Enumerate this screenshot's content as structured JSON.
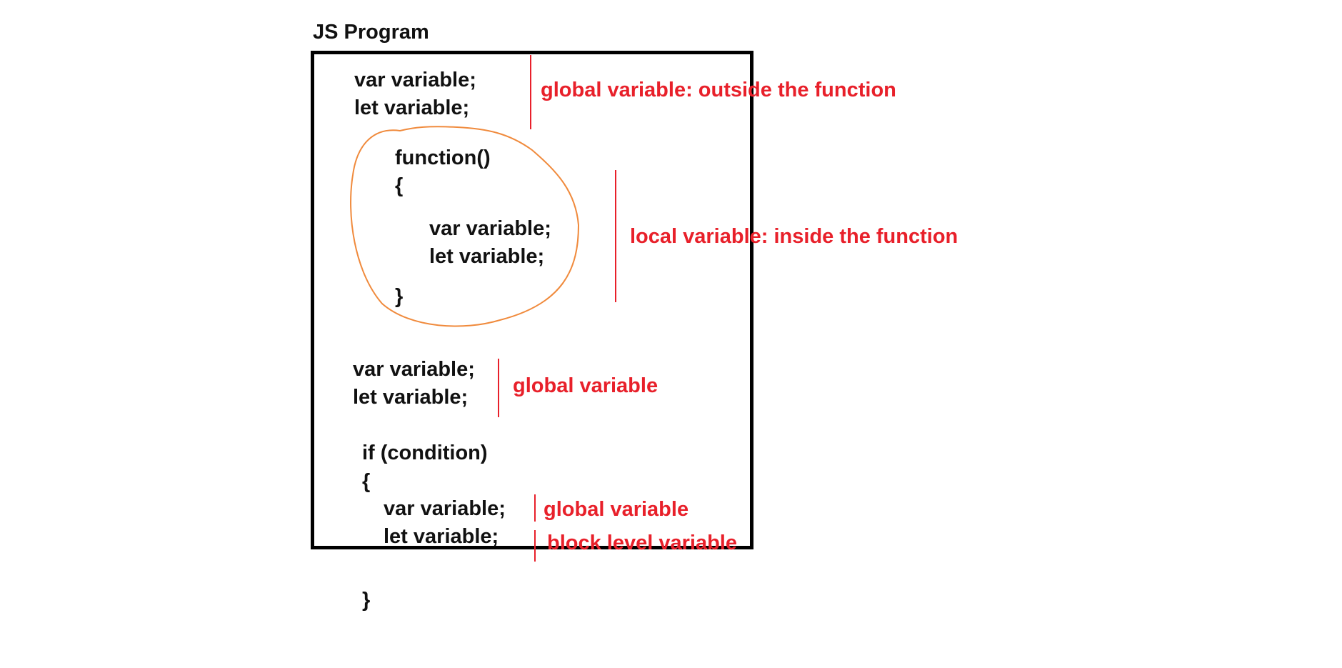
{
  "title": "JS Program",
  "code": {
    "top_var": "var variable;",
    "top_let": "let variable;",
    "fn_header": "function()",
    "fn_open": "{",
    "fn_var": "var variable;",
    "fn_let": "let variable;",
    "fn_close": "}",
    "mid_var": "var variable;",
    "mid_let": "let variable;",
    "if_header": "if (condition)",
    "if_open": "{",
    "if_var": "var variable;",
    "if_let": "let variable;",
    "if_close": "}"
  },
  "annotations": {
    "global_outside": "global variable: outside the function",
    "local_inside": "local variable: inside the function",
    "global_mid": "global variable",
    "global_if": "global variable",
    "block_level": "block level variable"
  },
  "colors": {
    "annotation": "#e8202a",
    "function_circle": "#f08a3c",
    "text": "#111111",
    "box": "#000000"
  }
}
